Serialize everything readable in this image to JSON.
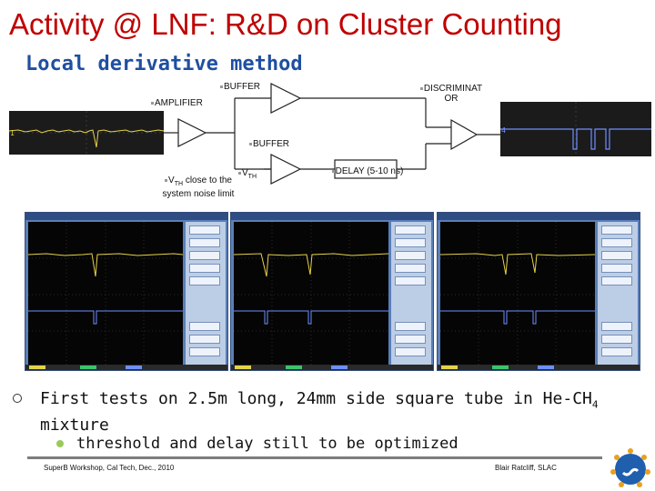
{
  "title": "Activity @ LNF: R&D on Cluster Counting",
  "subtitle": "Local derivative method",
  "diagram": {
    "buffer_top": "BUFFER",
    "amplifier": "AMPLIFIER",
    "discriminator": "DISCRIMINAT OR",
    "buffer_bottom": "BUFFER",
    "vth_main": "V",
    "vth_sub": "TH",
    "vth_note_main": "V",
    "vth_note_sub": "TH",
    "vth_note_text": " close to the system noise limit",
    "delay": "DELAY (5-10 ns)"
  },
  "bullets": {
    "main_text": "First tests on 2.5m long, 24mm side square tube in He-CH",
    "main_sub": "4",
    "main_cont": " mixture",
    "sub_text": "threshold and delay still to be optimized"
  },
  "footer": {
    "left": "SuperB Workshop, Cal Tech, Dec., 2010",
    "right": "Blair Ratcliff, SLAC"
  },
  "colors": {
    "title": "#c00000",
    "subtitle": "#1f4fa0",
    "trace_yellow": "#e6d24a",
    "trace_blue": "#6f8fff",
    "bullet_green": "#9cc95b"
  },
  "icons": {
    "bullet": "hollow-circle-icon",
    "sub_bullet": "green-dot-icon",
    "logo": "superb-logo"
  }
}
